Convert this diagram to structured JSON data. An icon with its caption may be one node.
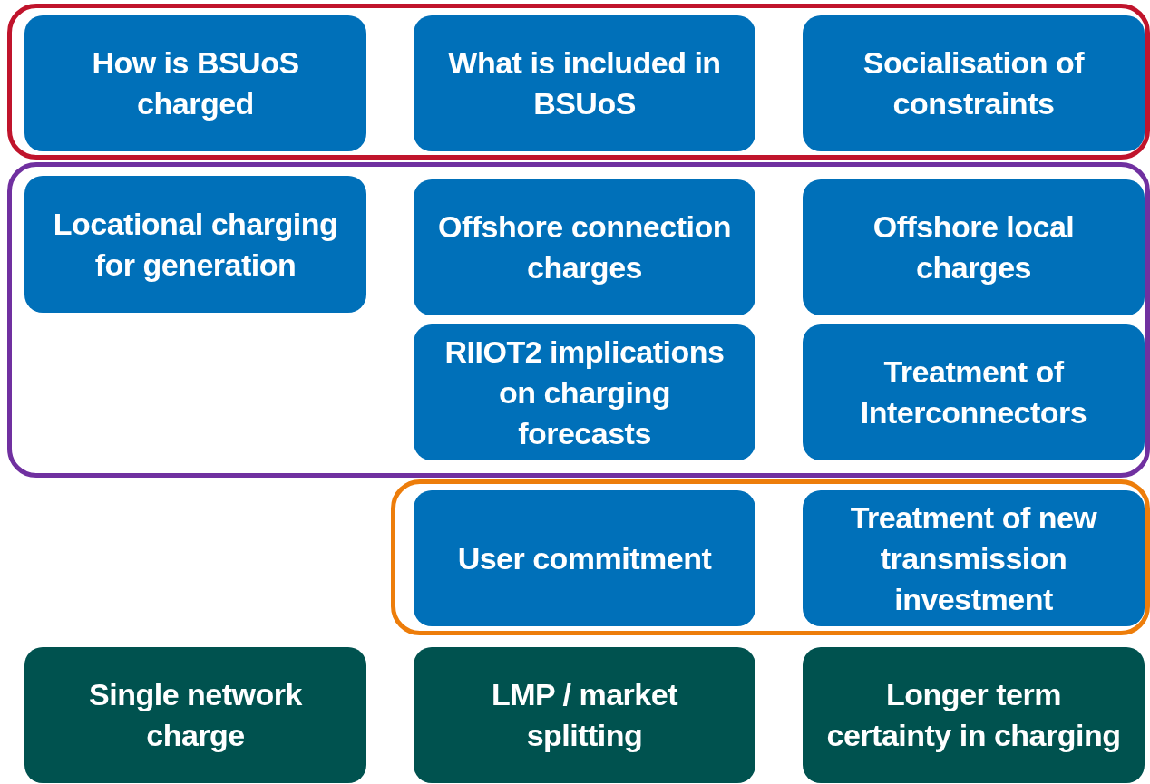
{
  "diagram": {
    "nodes": [
      {
        "text": [],
        "shape": "box"
      },
      {
        "text": [
          "How is BSUoS charged"
        ],
        "in": 0
      },
      {
        "text": [
          "What is included in BSUoS"
        ],
        "in": 0
      },
      {
        "text": [
          "Socialisation of constraints"
        ],
        "in": 0
      },
      {
        "text": [],
        "shape": "box"
      },
      {
        "text": [
          "Locational charging for generation"
        ],
        "in": 4
      },
      {
        "text": [
          "Offshore connection charges"
        ],
        "in": 4
      },
      {
        "text": [
          "Offshore local charges"
        ],
        "in": 4
      },
      {
        "text": [
          "RIIOT2 implications on charging forecasts"
        ],
        "in": 4
      },
      {
        "text": [
          "Treatment of Interconnectors"
        ],
        "in": 4
      },
      {
        "text": [],
        "shape": "box"
      },
      {
        "text": [
          "User commitment"
        ],
        "in": 10
      },
      {
        "text": [
          "Treatment of new transmission investment"
        ],
        "in": 10
      },
      {
        "text": [
          "Single network charge"
        ]
      },
      {
        "text": [
          "LMP / market splitting"
        ]
      },
      {
        "text": [
          "Longer term certainty in charging"
        ]
      }
    ],
    "edges": []
  }
}
